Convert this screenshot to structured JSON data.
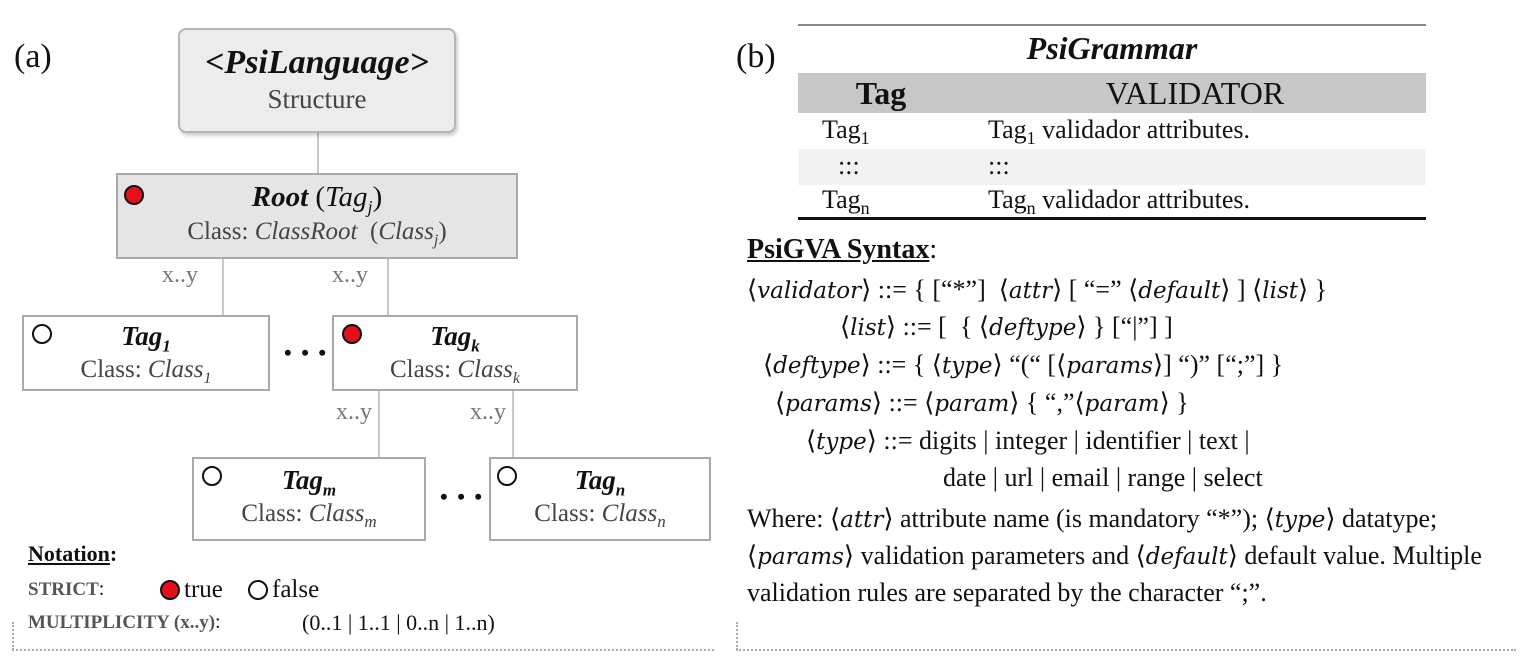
{
  "panel_a": {
    "label": "(a)",
    "top_node": {
      "title": "<PsiLanguage>",
      "subtitle": "Structure"
    },
    "root_node": {
      "title": "Root",
      "tag_paren_open": " (",
      "tag": "Tag",
      "tag_sub": "j",
      "tag_paren_close": ")",
      "class_prefix": "Class: ",
      "class_name": "ClassRoot",
      "class_paren_open": "  (",
      "class_var": "Class",
      "class_sub": "j",
      "class_paren_close": ")",
      "strict": true
    },
    "multiplicity_label": "x..y",
    "child_nodes": [
      {
        "tag": "Tag",
        "tag_sub": "1",
        "class_prefix": "Class: ",
        "class_var": "Class",
        "class_sub": "1",
        "strict": false
      },
      {
        "tag": "Tag",
        "tag_sub": "k",
        "class_prefix": "Class: ",
        "class_var": "Class",
        "class_sub": "k",
        "strict": true
      },
      {
        "tag": "Tag",
        "tag_sub": "m",
        "class_prefix": "Class: ",
        "class_var": "Class",
        "class_sub": "m",
        "strict": false
      },
      {
        "tag": "Tag",
        "tag_sub": "n",
        "class_prefix": "Class: ",
        "class_var": "Class",
        "class_sub": "n",
        "strict": false
      }
    ],
    "ellipsis": "• • •",
    "notation": {
      "heading": "Notation",
      "colon": ":",
      "strict_label": "STRICT",
      "strict_colon": ":",
      "true_label": "true",
      "false_label": "false",
      "multiplicity_label": "MULTIPLICITY (x..y)",
      "multiplicity_colon": ":",
      "multiplicity_values": "(0..1 | 1..1 | 0..n | 1..n)"
    },
    "colors": {
      "strict_true": "#e3101a",
      "border": "#a9a9a9",
      "multiplicity": "#777777"
    }
  },
  "panel_b": {
    "label": "(b)",
    "grammar": {
      "title": "PsiGrammar",
      "col_tag": "Tag",
      "col_validator": "VALIDATOR",
      "rows": [
        {
          "tag": "Tag",
          "tag_sub": "1",
          "validator_tag": "Tag",
          "validator_sub": "1",
          "validator_rest": " validador attributes."
        },
        {
          "tag": ":::",
          "tag_sub": "",
          "validator_tag": ":::",
          "validator_sub": "",
          "validator_rest": ""
        },
        {
          "tag": "Tag",
          "tag_sub": "n",
          "validator_tag": "Tag",
          "validator_sub": "n",
          "validator_rest": " validador attributes."
        }
      ]
    },
    "syntax": {
      "heading": "PsiGVA Syntax",
      "colon": ":",
      "l1": {
        "pre": "⟨",
        "nt": "validator",
        "post": "⟩ ::= { [“*”]  ⟨",
        "nt2": "attr",
        "post2": "⟩ [ “=” ⟨",
        "nt3": "default",
        "post3": "⟩ ] ⟨",
        "nt4": "list",
        "post4": "⟩ }"
      },
      "l2": {
        "pre": "⟨",
        "nt": "list",
        "post": "⟩ ::= [  { ⟨",
        "nt2": "deftype",
        "post2": "⟩ } [“|”] ]"
      },
      "l3": {
        "pre": "⟨",
        "nt": "deftype",
        "post": "⟩ ::= { ⟨",
        "nt2": "type",
        "post2": "⟩ “(“ [⟨",
        "nt3": "params",
        "post3": "⟩] “)” [“;”] }"
      },
      "l4": {
        "pre": "⟨",
        "nt": "params",
        "post": "⟩ ::= ⟨",
        "nt2": "param",
        "post2": "⟩ { “,”⟨",
        "nt3": "param",
        "post3": "⟩ }"
      },
      "l5": {
        "pre": "⟨",
        "nt": "type",
        "post": "⟩ ::= digits | integer | identifier | text |"
      },
      "l6": "date | url | email | range | select"
    },
    "where": {
      "s1": "Where: ⟨",
      "nt1": "attr",
      "s2": "⟩ attribute name (is mandatory “*”); ⟨",
      "nt2": "type",
      "s3": "⟩ datatype; ⟨",
      "nt3": "params",
      "s4": "⟩ validation parameters and ⟨",
      "nt4": "default",
      "s5": "⟩ default value. Multiple validation rules are separated by the character “;”."
    }
  }
}
